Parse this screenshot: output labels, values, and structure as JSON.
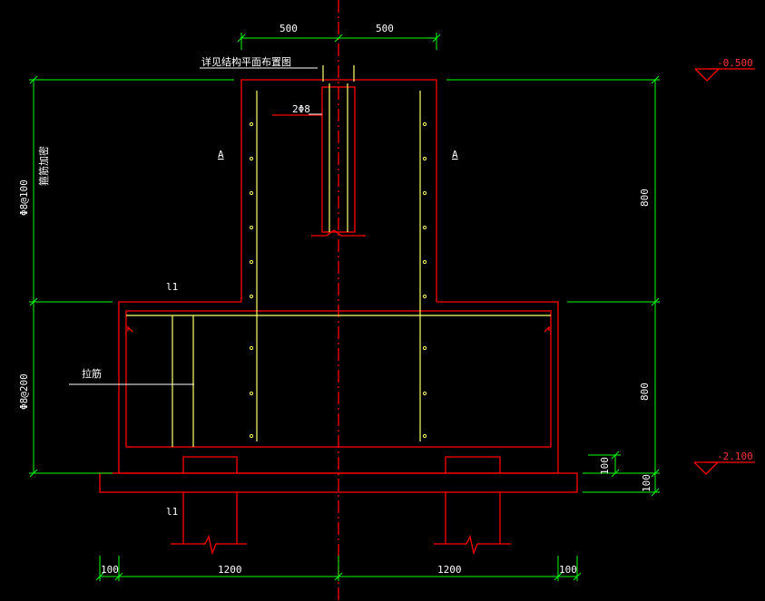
{
  "dimensions": {
    "top_left": "500",
    "top_right": "500",
    "right_upper": "800",
    "right_lower": "800",
    "right_small_1": "100",
    "right_small_2": "100",
    "bottom_left_edge": "100",
    "bottom_left": "1200",
    "bottom_right": "1200",
    "bottom_right_edge": "100"
  },
  "labels": {
    "note_top": "详见结构平面布置图",
    "rebar_2phi8": "2Φ8",
    "section_a_left": "A",
    "section_a_right": "A",
    "label_l1_top": "l1",
    "label_l1_bottom": "l1",
    "stirrup_upper": "Φ8@100",
    "stirrup_upper_note": "箍筋加密",
    "stirrup_lower": "Φ8@200",
    "rebar_note": "拉筋"
  },
  "elevations": {
    "top": "-0.500",
    "bottom": "-2.100"
  },
  "colors": {
    "dimension": "#00ff00",
    "concrete": "#ff0000",
    "rebar": "#ffff66",
    "text": "#ffffff"
  }
}
